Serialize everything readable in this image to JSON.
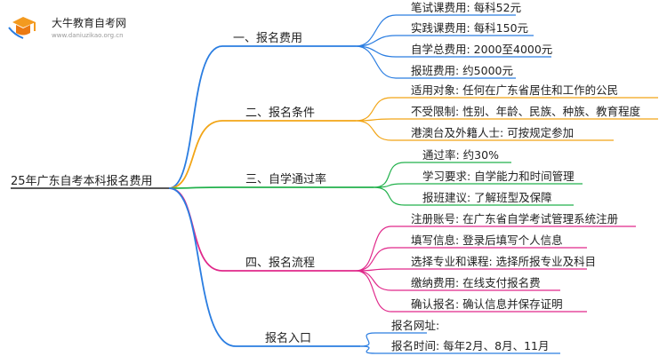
{
  "logo": {
    "title": "大牛教育自考网",
    "url": "www.daniuzikao.org.cn"
  },
  "root": {
    "label": "25年广东自考本科报名费用"
  },
  "branches": [
    {
      "label": "一、报名费用",
      "color": "#2a7de1",
      "children": [
        "笔试课费用: 每科52元",
        "实践课费用: 每科150元",
        "自学总费用: 2000至4000元",
        "报班费用: 约5000元"
      ]
    },
    {
      "label": "二、报名条件",
      "color": "#f2a516",
      "children": [
        "适用对象: 任何在广东省居住和工作的公民",
        "不受限制: 性别、年龄、民族、种族、教育程度",
        "港澳台及外籍人士: 可按规定参加"
      ]
    },
    {
      "label": "三、自学通过率",
      "color": "#22b14c",
      "children": [
        "通过率: 约30%",
        "学习要求: 自学能力和时间管理",
        "报班建议: 了解班型及保障"
      ]
    },
    {
      "label": "四、报名流程",
      "color": "#e0288a",
      "children": [
        "注册账号: 在广东省自学考试管理系统注册",
        "填写信息: 登录后填写个人信息",
        "选择专业和课程: 选择所报专业及科目",
        "缴纳费用: 在线支付报名费",
        "确认报名: 确认信息并保存证明"
      ]
    },
    {
      "label": "报名入口",
      "color": "#2a7de1",
      "children": [
        "报名网址:",
        "报名时间: 每年2月、8月、11月"
      ]
    }
  ]
}
